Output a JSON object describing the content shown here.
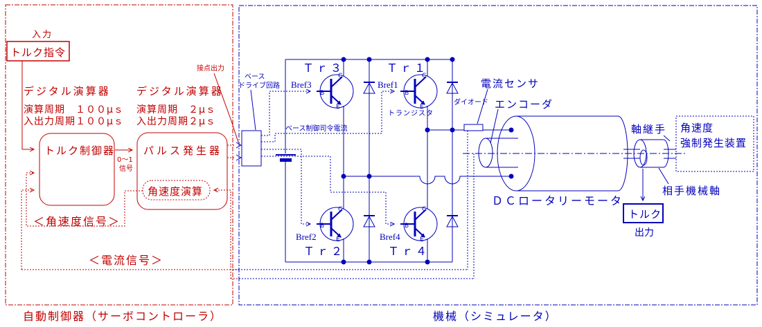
{
  "colors": {
    "red": "#c00000",
    "blue": "#0000bb",
    "background": "#ffffff"
  },
  "controller": {
    "caption": "自動制御器（サーボコントローラ）",
    "input_label": "入力",
    "torque_command": "トルク指令",
    "calc1": {
      "title": "デジタル演算器",
      "line1": "演算周期　１００μｓ",
      "line2": "入出力周期１００μｓ"
    },
    "calc2": {
      "title": "デジタル演算器",
      "line1": "演算周期　２μｓ",
      "line2": "入出力周期２μｓ"
    },
    "torque_controller": "トルク制御器",
    "pulse_generator": "パルス発生器",
    "signal_01_line1": "0～1",
    "signal_01_line2": "信号",
    "angular_velocity_calc": "角速度演算",
    "angular_velocity_signal": "＜角速度信号＞",
    "current_signal": "＜電流信号＞",
    "contact_output": "接点出力"
  },
  "machine": {
    "caption": "機械（シミュレータ）",
    "base_drive_line1": "ベース",
    "base_drive_line2": "ドライブ回路",
    "base_control_current": "ベース制御司令電流",
    "transistor_note": "トランジスタ",
    "diode_note": "ダイオード",
    "tr": {
      "tr1": "Ｔｒ１",
      "tr2": "Ｔｒ２",
      "tr3": "Ｔｒ３",
      "tr4": "Ｔｒ４"
    },
    "bref": {
      "b1": "Bref1",
      "b2": "Bref2",
      "b3": "Bref3",
      "b4": "Bref4"
    },
    "pins": {
      "b": "B",
      "c": "C",
      "e": "E"
    },
    "current_sensor": "電流センサ",
    "encoder": "エンコーダ",
    "motor": "ＤＣロータリーモータ",
    "coupling": "軸継手",
    "forced_gen_line1": "角速度",
    "forced_gen_line2": "強制発生装置",
    "mating_shaft": "相手機械軸",
    "torque_output_line1": "トルク",
    "torque_output_line2": "出力"
  }
}
